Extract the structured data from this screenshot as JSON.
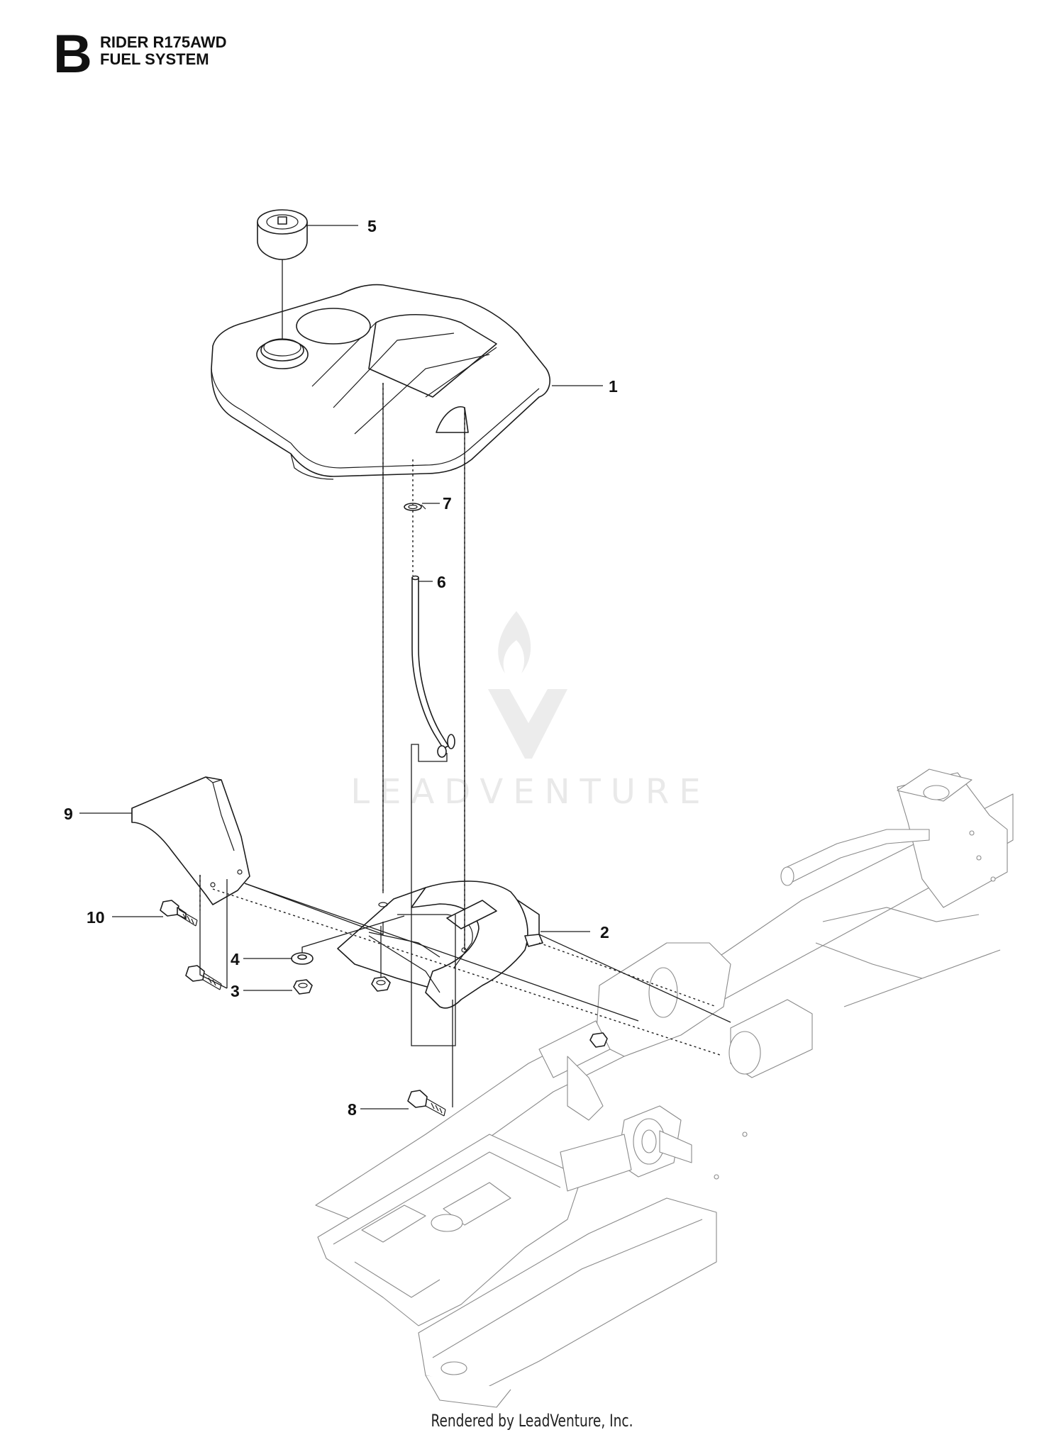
{
  "header": {
    "section_letter": "B",
    "model": "RIDER R175AWD",
    "section": "FUEL SYSTEM"
  },
  "callouts": [
    {
      "id": "1",
      "label": "1"
    },
    {
      "id": "2",
      "label": "2"
    },
    {
      "id": "3",
      "label": "3"
    },
    {
      "id": "4",
      "label": "4"
    },
    {
      "id": "5",
      "label": "5"
    },
    {
      "id": "6",
      "label": "6"
    },
    {
      "id": "7",
      "label": "7"
    },
    {
      "id": "8",
      "label": "8"
    },
    {
      "id": "9",
      "label": "9"
    },
    {
      "id": "10",
      "label": "10"
    }
  ],
  "watermark": {
    "text": "LEADVENTURE"
  },
  "footer": {
    "text": "Rendered by LeadVenture, Inc."
  }
}
